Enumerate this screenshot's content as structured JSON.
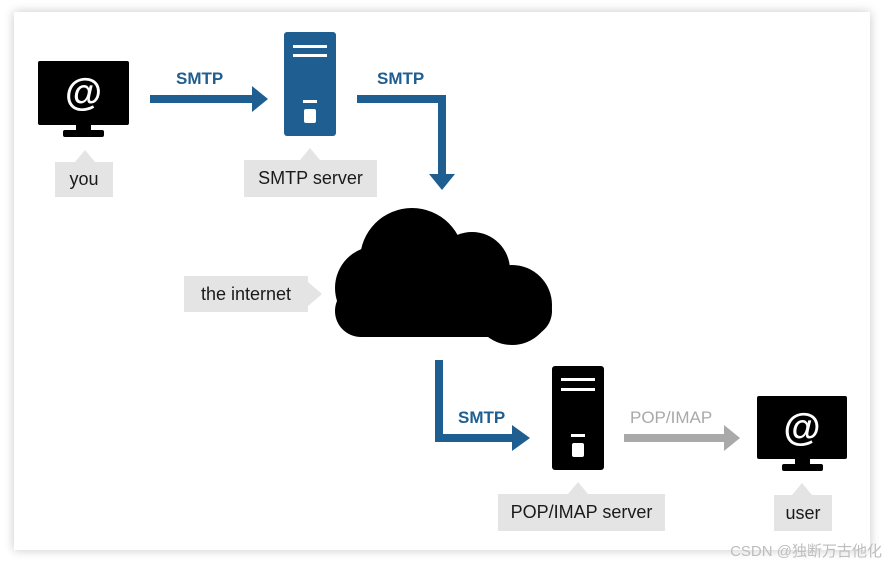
{
  "colors": {
    "smtp_blue": "#1f5e91",
    "pop_gray": "#a9a9a9",
    "device_black": "#000000",
    "label_bg": "#e4e4e4"
  },
  "nodes": {
    "you": {
      "label": "you",
      "icon": "monitor-at-icon"
    },
    "smtp_server": {
      "label": "SMTP server",
      "icon": "server-icon"
    },
    "internet": {
      "label": "the internet",
      "icon": "cloud-icon"
    },
    "pop_imap_server": {
      "label": "POP/IMAP server",
      "icon": "server-icon"
    },
    "user": {
      "label": "user",
      "icon": "monitor-at-icon"
    }
  },
  "edges": [
    {
      "from": "you",
      "to": "smtp_server",
      "label": "SMTP"
    },
    {
      "from": "smtp_server",
      "to": "internet",
      "label": "SMTP"
    },
    {
      "from": "internet",
      "to": "pop_imap_server",
      "label": "SMTP"
    },
    {
      "from": "pop_imap_server",
      "to": "user",
      "label": "POP/IMAP"
    }
  ],
  "monitor_symbol": "@",
  "watermark": "CSDN @独断万古他化"
}
